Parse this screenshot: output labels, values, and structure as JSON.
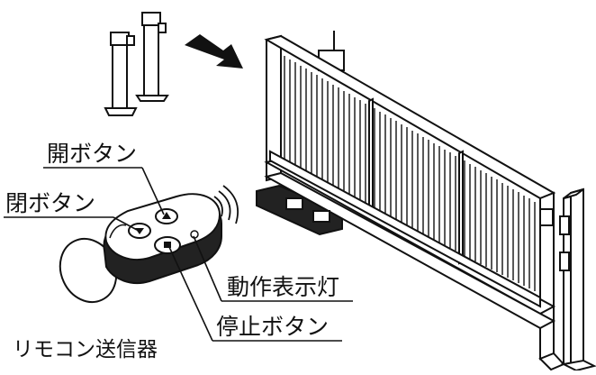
{
  "labels": {
    "open_button": "開ボタン",
    "close_button": "閉ボタン",
    "operation_lamp": "動作表示灯",
    "stop_button": "停止ボタン",
    "remote_transmitter": "リモコン送信器"
  },
  "colors": {
    "line": "#111111",
    "fill": "#ffffff",
    "shadow": "#222222"
  }
}
